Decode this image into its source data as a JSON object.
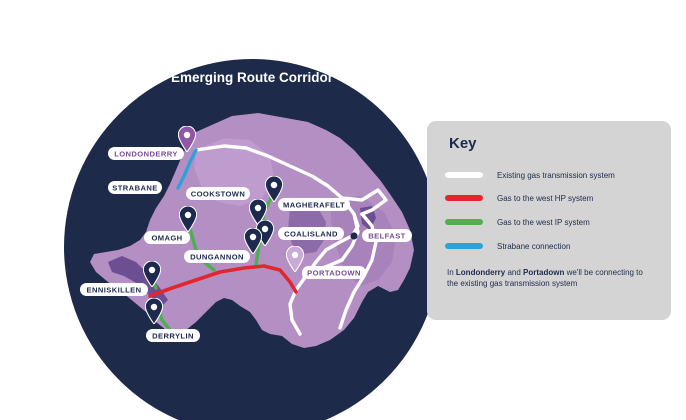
{
  "map": {
    "title": "Emerging Route Corridor",
    "towns": {
      "londonderry": "LONDONDERRY",
      "strabane": "STRABANE",
      "cookstown": "COOKSTOWN",
      "magherafelt": "MAGHERAFELT",
      "omagh": "OMAGH",
      "coalisland": "COALISLAND",
      "belfast": "BELFAST",
      "dungannon": "DUNGANNON",
      "portadown": "PORTADOWN",
      "enniskillen": "ENNISKILLEN",
      "derrylin": "DERRYLIN"
    },
    "colors": {
      "background_circle": "#1e2a4a",
      "land": "#b38fc4",
      "existing_gas": "#ffffff",
      "hp_system": "#e3262d",
      "ip_system": "#4caf50",
      "strabane_connection": "#2aa3dc",
      "pin_dark": "#1d2a4d",
      "pin_purple": "#8e58a6",
      "label_text_dark": "#1d2a4d",
      "label_text_purple": "#7a4c95"
    }
  },
  "key": {
    "title": "Key",
    "items": [
      {
        "label": "Existing gas transmission system",
        "color": "#ffffff"
      },
      {
        "label": "Gas to the west HP system",
        "color": "#e3262d"
      },
      {
        "label": "Gas to the west IP system",
        "color": "#4caf50"
      },
      {
        "label": "Strabane connection",
        "color": "#2aa3dc"
      }
    ],
    "note": {
      "prefix": "In ",
      "place1": "Londonderry",
      "middle": " and ",
      "place2": "Portadown",
      "suffix": " we'll be connecting to the existing gas transmission system"
    }
  }
}
